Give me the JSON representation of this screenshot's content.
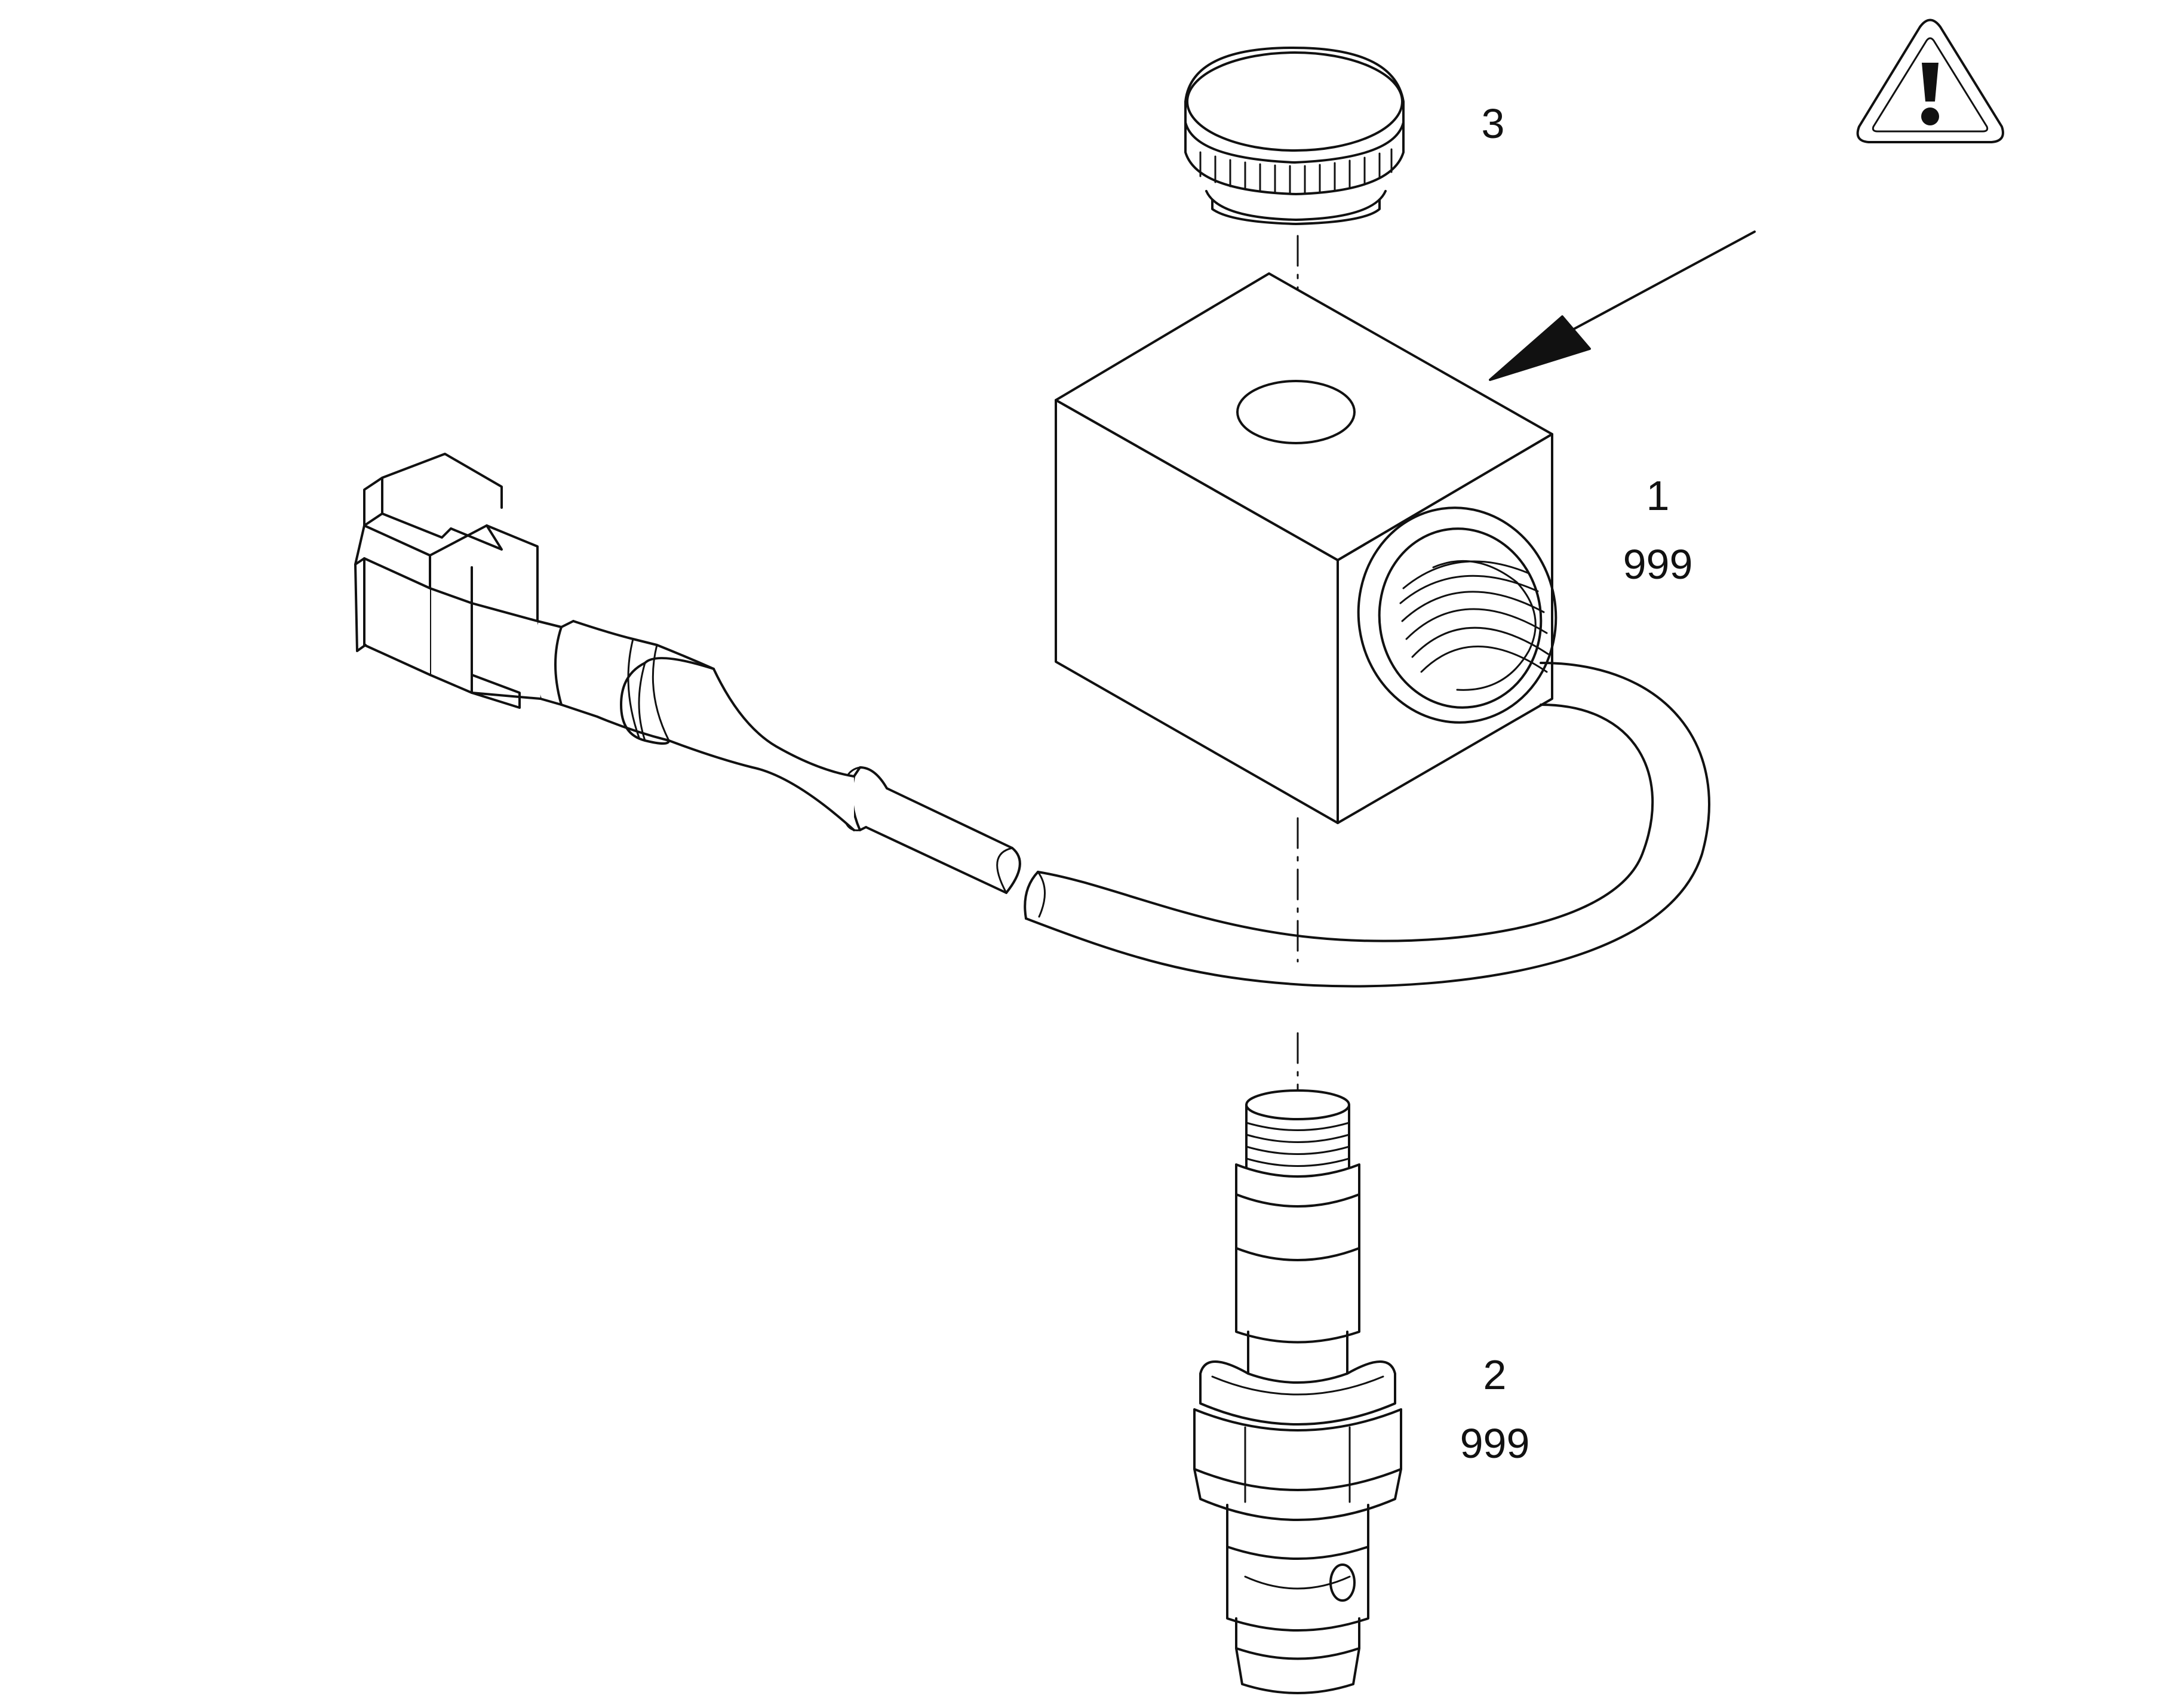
{
  "parts": [
    {
      "item": "1",
      "qty": "999"
    },
    {
      "item": "2",
      "qty": "999"
    },
    {
      "item": "3"
    }
  ],
  "warning": {
    "icon": "warning-triangle-icon"
  },
  "colors": {
    "line": "#111111",
    "background": "#ffffff"
  }
}
